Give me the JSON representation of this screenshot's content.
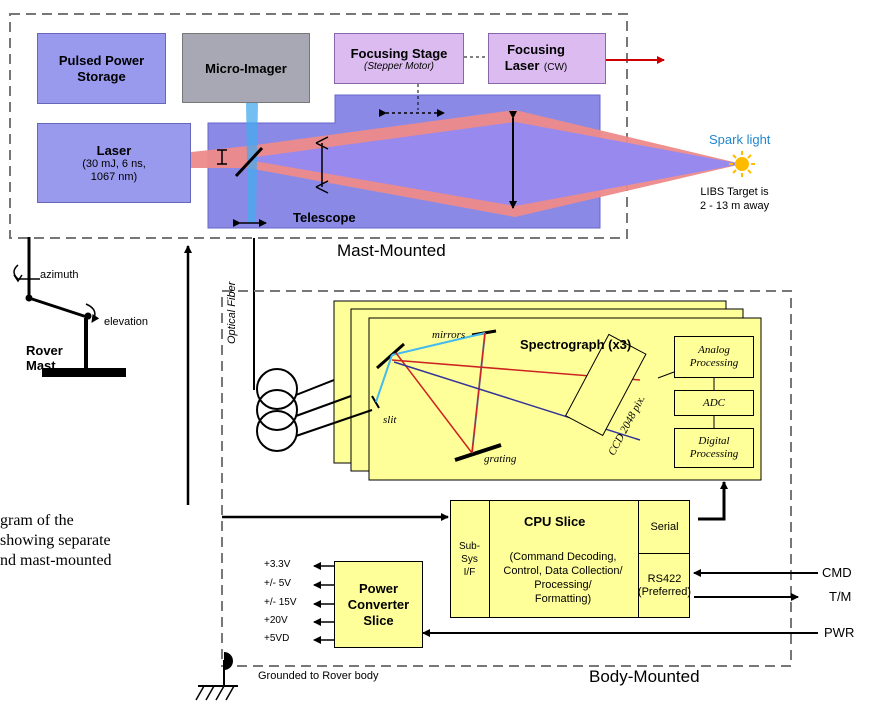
{
  "mast": {
    "section_label": "Mast-Mounted",
    "pulsed_power": "Pulsed Power\nStorage",
    "micro_imager": "Micro-Imager",
    "focusing_stage": {
      "title": "Focusing Stage",
      "sub": "(Stepper Motor)"
    },
    "focusing_laser": {
      "title": "Focusing",
      "title2": "Laser",
      "sub": "(CW)"
    },
    "laser": {
      "title": "Laser",
      "specs": "(30 mJ, 6 ns,\n1067 nm)"
    },
    "telescope": "Telescope",
    "spark_light": "Spark light",
    "libs_target": "LIBS Target is\n2 - 13 m away"
  },
  "rover": {
    "azimuth": "azimuth",
    "elevation": "elevation",
    "mast": "Rover\nMast",
    "optical_fiber": "Optical Fiber"
  },
  "caption": {
    "line1": "gram of the",
    "line2": "showing separate",
    "line3": "nd mast-mounted"
  },
  "body": {
    "section_label": "Body-Mounted",
    "spectrograph": {
      "title": "Spectrograph (x3)",
      "mirrors": "mirrors",
      "slit": "slit",
      "grating": "grating",
      "ccd": "CCD 2048 pix.",
      "analog": "Analog\nProcessing",
      "adc": "ADC",
      "digital": "Digital\nProcessing"
    },
    "cpu": {
      "subsys": "Sub-\nSys\nI/F",
      "title": "CPU Slice",
      "desc": "(Command Decoding,\nControl, Data Collection/\nProcessing/\nFormatting)",
      "serial": "Serial",
      "rs422": "RS422\n(Preferred)"
    },
    "power": {
      "title": "Power\nConverter\nSlice",
      "rails": [
        "+3.3V",
        "+/- 5V",
        "+/- 15V",
        "+20V",
        "+5VD"
      ]
    },
    "ground": "Grounded to Rover body",
    "io": {
      "cmd": "CMD",
      "tm": "T/M",
      "pwr": "PWR"
    }
  },
  "colors": {
    "blue_box": "#9999ee",
    "gray_box": "#a8a8b4",
    "violet_box": "#dcbcf0",
    "telescope": "#8a8ae6",
    "yellow": "#ffff99",
    "beam_red": "#ee8888",
    "spark": "#ffbb00"
  }
}
